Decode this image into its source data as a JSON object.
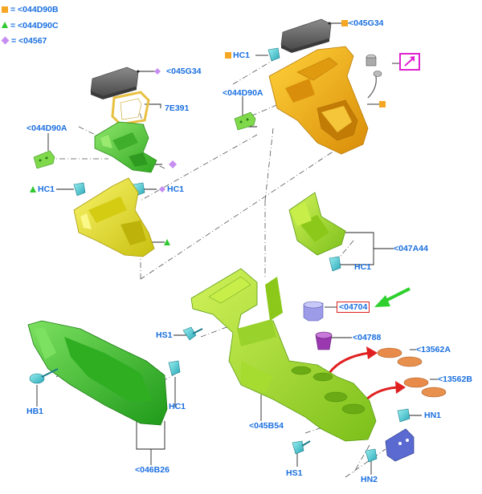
{
  "legend": [
    {
      "symbol": "square",
      "color": "#f5a623",
      "text": "= <044D90B"
    },
    {
      "symbol": "triangle",
      "color": "#2ec82e",
      "text": "= <044D90C"
    },
    {
      "symbol": "diamond",
      "color": "#c58ef0",
      "text": "= <04567"
    }
  ],
  "labels": {
    "l045g34_top": "<045G34",
    "hc1_top": "HC1",
    "l044d90a_r": "<044D90A",
    "l045g34_mid": "<045G34",
    "l7e391": "7E391",
    "l044d90a_l": "<044D90A",
    "hc1_left": "HC1",
    "hc1_midr": "HC1",
    "l047a44": "<047A44",
    "hc1_right": "HC1",
    "l04704": "<04704",
    "l04788": "<04788",
    "l13562a": "<13562A",
    "l13562b": "<13562B",
    "hs1_mid": "HS1",
    "hc1_low": "HC1",
    "hb1": "HB1",
    "l045b54": "<045B54",
    "hn1": "HN1",
    "l046b26": "<046B26",
    "hs1_bot": "HS1",
    "hn2": "HN2"
  },
  "colors": {
    "orange_part": "#f2b01a",
    "green_part": "#52c93a",
    "yellow_part": "#e6e41c",
    "lime_part": "#a8e02a",
    "pointer_arrow": "#2ed02e",
    "red_arrow": "#e02020",
    "label_blue": "#1a6fe0"
  }
}
